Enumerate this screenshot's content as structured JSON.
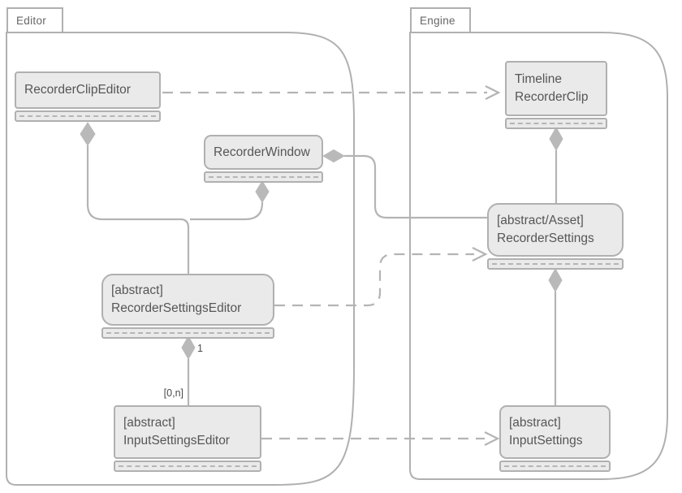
{
  "packages": {
    "editor": {
      "label": "Editor"
    },
    "engine": {
      "label": "Engine"
    }
  },
  "nodes": {
    "recorder_clip_editor": {
      "lines": [
        "RecorderClipEditor"
      ]
    },
    "recorder_window": {
      "lines": [
        "RecorderWindow"
      ]
    },
    "recorder_settings_editor": {
      "lines": [
        "[abstract]",
        "RecorderSettingsEditor"
      ]
    },
    "input_settings_editor": {
      "lines": [
        "[abstract]",
        "InputSettingsEditor"
      ]
    },
    "timeline_recorder_clip": {
      "lines": [
        "Timeline",
        "RecorderClip"
      ]
    },
    "recorder_settings": {
      "lines": [
        "[abstract/Asset]",
        "RecorderSettings"
      ]
    },
    "input_settings": {
      "lines": [
        "[abstract]",
        "InputSettings"
      ]
    }
  },
  "edge_labels": {
    "settings_editor_multiplicity": "1",
    "input_settings_editor_multiplicity": "[0,n]"
  },
  "colors": {
    "line": "#b4b4b4",
    "box_fill": "#eaeaea",
    "box_border": "#b0b0b0",
    "text": "#565656",
    "pkg_text": "#666666",
    "background": "#ffffff"
  }
}
